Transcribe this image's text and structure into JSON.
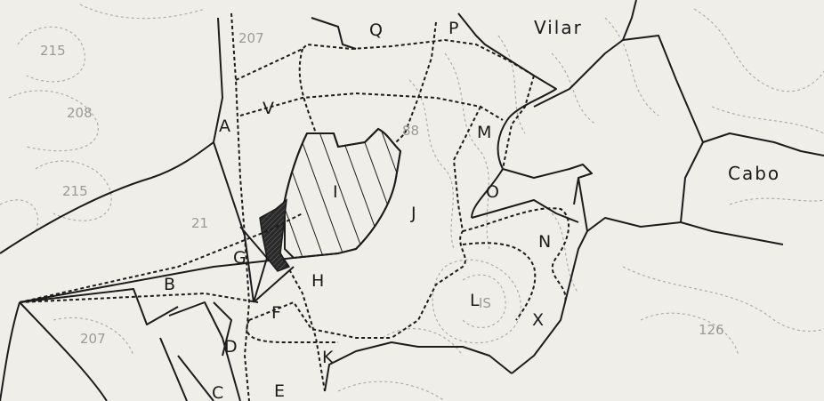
{
  "places": [
    "Vilar",
    "Cabo"
  ],
  "parcels": [
    "Q",
    "P",
    "V",
    "A",
    "M",
    "I",
    "O",
    "J",
    "N",
    "G",
    "B",
    "H",
    "L",
    "F",
    "X",
    "D",
    "K",
    "C",
    "E"
  ],
  "elevations": [
    "215",
    "207",
    "208",
    "88",
    "215",
    "21",
    "IS",
    "207",
    "126"
  ]
}
